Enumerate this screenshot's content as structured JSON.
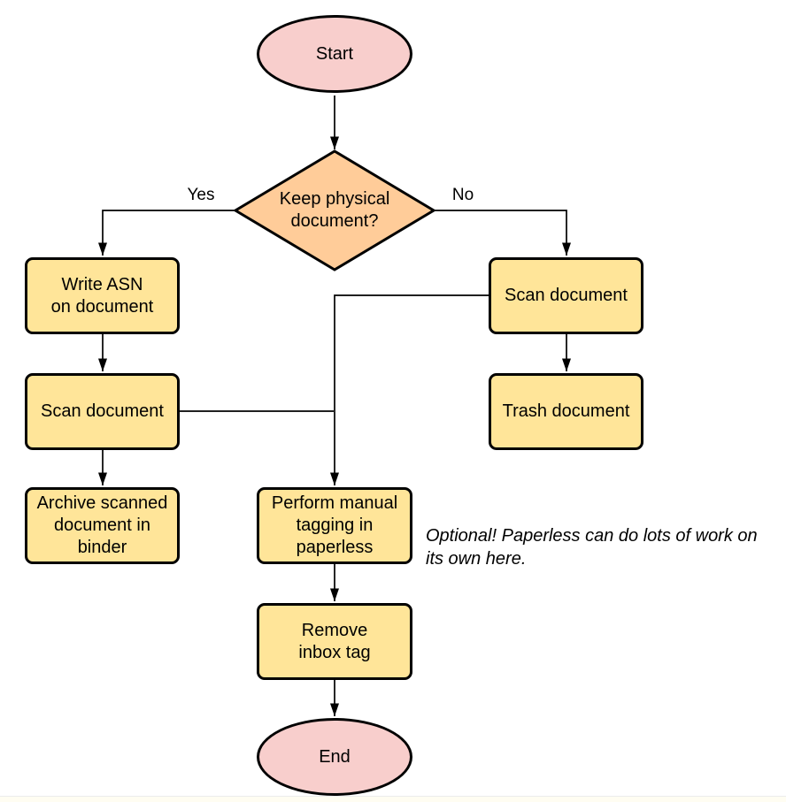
{
  "colors": {
    "terminal_fill": "#F8CECC",
    "decision_fill": "#FFCC99",
    "process_fill": "#FFE599",
    "stroke": "#000000"
  },
  "nodes": {
    "start": {
      "label": "Start"
    },
    "decision": {
      "label": "Keep physical\ndocument?"
    },
    "write_asn": {
      "label": "Write ASN\non document"
    },
    "scan_left": {
      "label": "Scan document"
    },
    "archive": {
      "label": "Archive scanned\ndocument in\nbinder"
    },
    "scan_right": {
      "label": "Scan document"
    },
    "trash": {
      "label": "Trash document"
    },
    "tagging": {
      "label": "Perform manual\ntagging in\npaperless"
    },
    "remove_inbox": {
      "label": "Remove\ninbox tag"
    },
    "end": {
      "label": "End"
    }
  },
  "edge_labels": {
    "yes": "Yes",
    "no": "No"
  },
  "note": {
    "text": "Optional! Paperless can do lots of work on\nits own here."
  }
}
